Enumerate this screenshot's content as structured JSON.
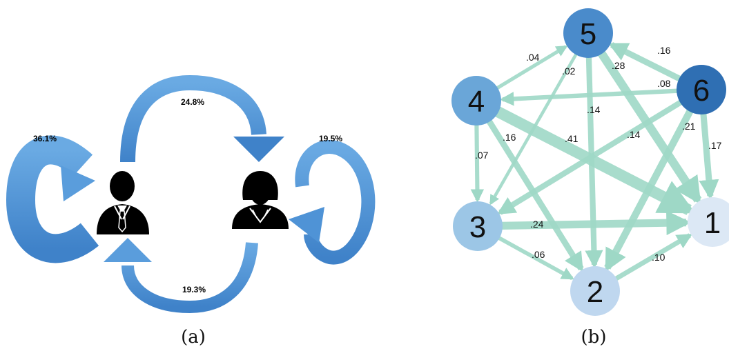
{
  "panel_a": {
    "caption": "(a)",
    "flows": {
      "man_self": "36.1%",
      "man_to_woman": "24.8%",
      "woman_self": "19.5%",
      "woman_to_man": "19.3%"
    },
    "icons": {
      "man": "businessman-icon",
      "woman": "businesswoman-icon"
    }
  },
  "panel_b": {
    "caption": "(b)",
    "nodes": [
      {
        "id": "1",
        "color": "#dce8f5"
      },
      {
        "id": "2",
        "color": "#bfd7ef"
      },
      {
        "id": "3",
        "color": "#9cc6e6"
      },
      {
        "id": "4",
        "color": "#6aa6d8"
      },
      {
        "id": "5",
        "color": "#4a8bcb"
      },
      {
        "id": "6",
        "color": "#2f6fb3"
      }
    ],
    "edges": [
      {
        "from": "6",
        "to": "5",
        "label": ".16",
        "weight": 0.16
      },
      {
        "from": "6",
        "to": "4",
        "label": ".08",
        "weight": 0.08
      },
      {
        "from": "6",
        "to": "3",
        "label": ".14",
        "weight": 0.14
      },
      {
        "from": "6",
        "to": "2",
        "label": ".21",
        "weight": 0.21
      },
      {
        "from": "6",
        "to": "1",
        "label": ".17",
        "weight": 0.17
      },
      {
        "from": "5",
        "to": "1",
        "label": ".28",
        "weight": 0.28
      },
      {
        "from": "5",
        "to": "2",
        "label": ".14",
        "weight": 0.14
      },
      {
        "from": "5",
        "to": "3",
        "label": ".02",
        "weight": 0.02
      },
      {
        "from": "4",
        "to": "5",
        "label": ".04",
        "weight": 0.04
      },
      {
        "from": "4",
        "to": "1",
        "label": ".41",
        "weight": 0.41
      },
      {
        "from": "4",
        "to": "2",
        "label": ".16",
        "weight": 0.16
      },
      {
        "from": "4",
        "to": "3",
        "label": ".07",
        "weight": 0.07
      },
      {
        "from": "3",
        "to": "1",
        "label": ".24",
        "weight": 0.24
      },
      {
        "from": "3",
        "to": "2",
        "label": ".06",
        "weight": 0.06
      },
      {
        "from": "2",
        "to": "1",
        "label": ".10",
        "weight": 0.1
      }
    ],
    "edge_color": "#9ed8c6"
  },
  "colors": {
    "arrow_blue": "#5b9fdd",
    "arrow_blue_dark": "#3c7fc8"
  }
}
